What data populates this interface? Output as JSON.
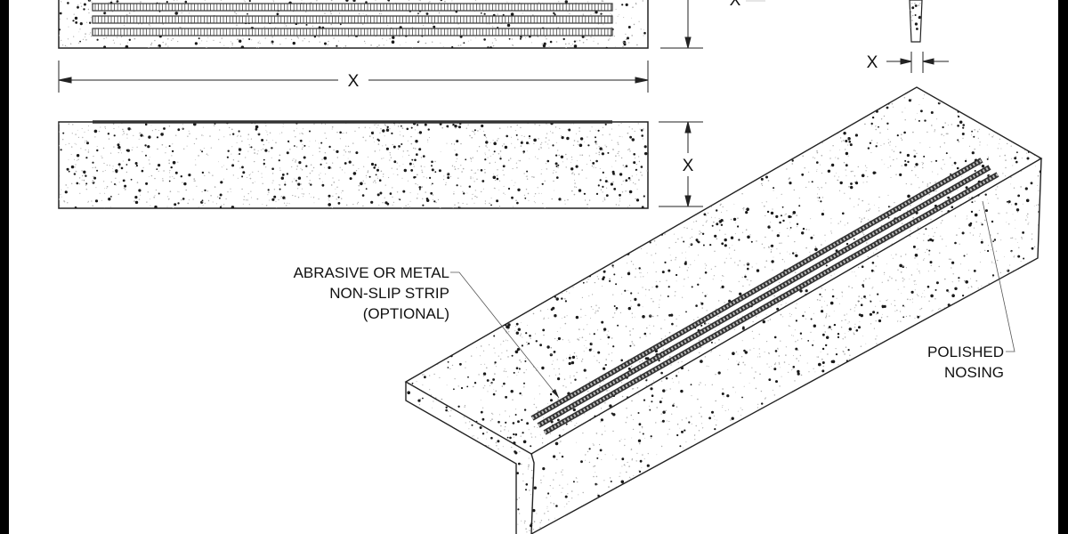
{
  "drawing": {
    "dimension_label": "X",
    "callouts": {
      "strip": [
        "ABRASIVE OR METAL",
        "NON-SLIP STRIP",
        "(OPTIONAL)"
      ],
      "nosing": [
        "POLISHED",
        "NOSING"
      ]
    }
  },
  "colors": {
    "line": "#222222",
    "speckle": "#1a1a1a",
    "strip": "#555555",
    "frame": "#000000"
  }
}
